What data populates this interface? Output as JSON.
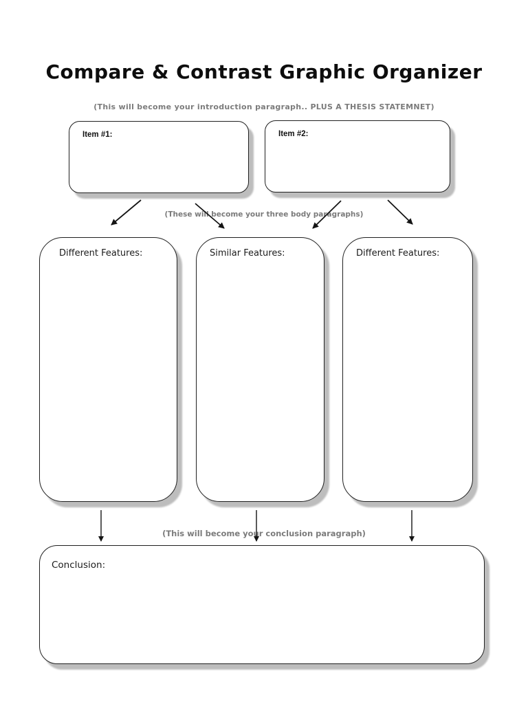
{
  "page": {
    "title": "Compare & Contrast Graphic Organizer",
    "intro_note": "(This will become your introduction paragraph.. PLUS A THESIS STATEMNET)",
    "body_note": "(These will become your three body paragraphs)",
    "conclusion_note": "(This will become your conclusion paragraph)"
  },
  "boxes": {
    "item1": {
      "label": "Item #1:"
    },
    "item2": {
      "label": "Item #2:"
    },
    "different1": {
      "label": "Different Features:"
    },
    "similar": {
      "label": "Similar Features:"
    },
    "different2": {
      "label": "Different Features:"
    },
    "conclusion": {
      "label": "Conclusion:"
    }
  },
  "colors": {
    "background": "#ffffff",
    "border": "#1f1f1f",
    "shadow": "#bdbdbd",
    "note_text": "#7b7b7b",
    "arrow": "#141414"
  }
}
